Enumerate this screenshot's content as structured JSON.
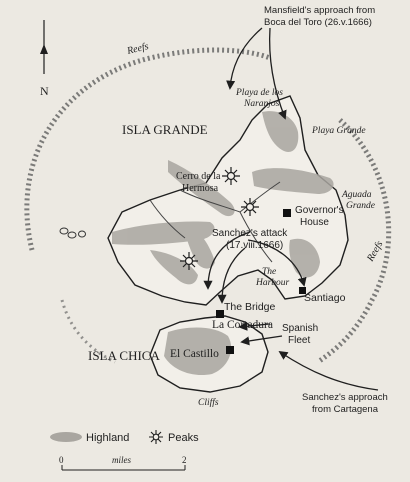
{
  "map": {
    "islands": {
      "grande": "ISLA GRANDE",
      "chica": "ISLA CHICA"
    },
    "places": {
      "playa_naranjos_1": "Playa de los",
      "playa_naranjos_2": "Naranjos",
      "playa_grande": "Playa Grande",
      "aguada_1": "Aguada",
      "aguada_2": "Grande",
      "cerro_1": "Cerro de la",
      "cerro_2": "Hermosa",
      "governor_1": "Governor's",
      "governor_2": "House",
      "sanchez_attack_1": "Sanchez's attack",
      "sanchez_attack_2": "(17.viii.1666)",
      "harbour_1": "The",
      "harbour_2": "Harbour",
      "santiago": "Santiago",
      "bridge": "The Bridge",
      "cortadura": "La Cortadura",
      "castillo": "El Castillo",
      "cliffs": "Cliffs",
      "reefs_top": "Reefs",
      "reefs_left": "Reefs"
    },
    "annotations": {
      "mansfield_1": "Mansfield's approach from",
      "mansfield_2": "Boca del Toro (26.v.1666)",
      "spanish_1": "Spanish",
      "spanish_2": "Fleet",
      "sanchez_approach_1": "Sanchez's approach",
      "sanchez_approach_2": "from Cartagena"
    },
    "north_label": "N",
    "legend": {
      "highland": "Highland",
      "peaks": "Peaks"
    },
    "scale": {
      "start": "0",
      "unit": "miles",
      "end": "2"
    },
    "colors": {
      "paper": "#ece9e2",
      "ink": "#1f1f1f",
      "highland": "#a9a6a0"
    }
  }
}
